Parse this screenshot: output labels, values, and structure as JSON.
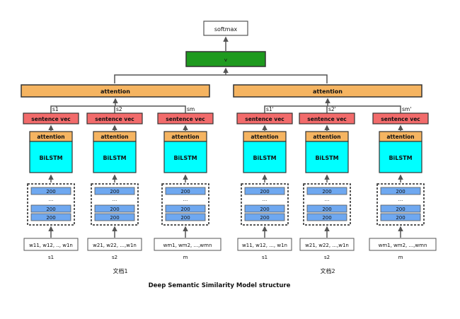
{
  "top": {
    "softmax": "softmax",
    "v": "v"
  },
  "left_group": {
    "attention": "attention",
    "columns": [
      {
        "sentence_label": "s1",
        "sentence_vec": "sentence vec",
        "attention": "attention",
        "bilstm": "BiLSTM",
        "embeddings": [
          "200",
          "...",
          "200",
          "200"
        ],
        "words": "w11, w12, .., w1n",
        "name": "s1"
      },
      {
        "sentence_label": "s2",
        "sentence_vec": "sentence vec",
        "attention": "attention",
        "bilstm": "BiLSTM",
        "embeddings": [
          "200",
          "...",
          "200",
          "200"
        ],
        "words": "w21, w22, ...,w1n",
        "name": "s2"
      },
      {
        "sentence_label": "sm",
        "sentence_vec": "sentence vec",
        "attention": "attention",
        "bilstm": "BiLSTM",
        "embeddings": [
          "200",
          "...",
          "200",
          "200"
        ],
        "words": "wm1, wm2, ...,wmn",
        "name": "m"
      }
    ],
    "caption": "文档1"
  },
  "right_group": {
    "attention": "attention",
    "columns": [
      {
        "sentence_label": "s1'",
        "sentence_vec": "sentence vec",
        "attention": "attention",
        "bilstm": "BiLSTM",
        "embeddings": [
          "200",
          "...",
          "200",
          "200"
        ],
        "words": "w11, w12, ..., w1n",
        "name": "s1"
      },
      {
        "sentence_label": "s2'",
        "sentence_vec": "sentence vec",
        "attention": "attention",
        "bilstm": "BiLSTM",
        "embeddings": [
          "200",
          "...",
          "200",
          "200"
        ],
        "words": "w21, w22, ...,w1n",
        "name": "s2"
      },
      {
        "sentence_label": "sm'",
        "sentence_vec": "sentence vec",
        "attention": "attention",
        "bilstm": "BiLSTM",
        "embeddings": [
          "200",
          "...",
          "200",
          "200"
        ],
        "words": "wm1, wm2, ...,wmn",
        "name": "m"
      }
    ],
    "caption": "文档2"
  },
  "footer": {
    "title": "Deep Semantic Similarity Model  structure"
  },
  "colors": {
    "attention": "#F5B461",
    "sentence_vec": "#F26B6B",
    "bilstm": "#00FFFF",
    "embedding": "#6FA8F0",
    "v_box": "#1E9A1E",
    "arrow": "#555555",
    "border": "#333333"
  }
}
